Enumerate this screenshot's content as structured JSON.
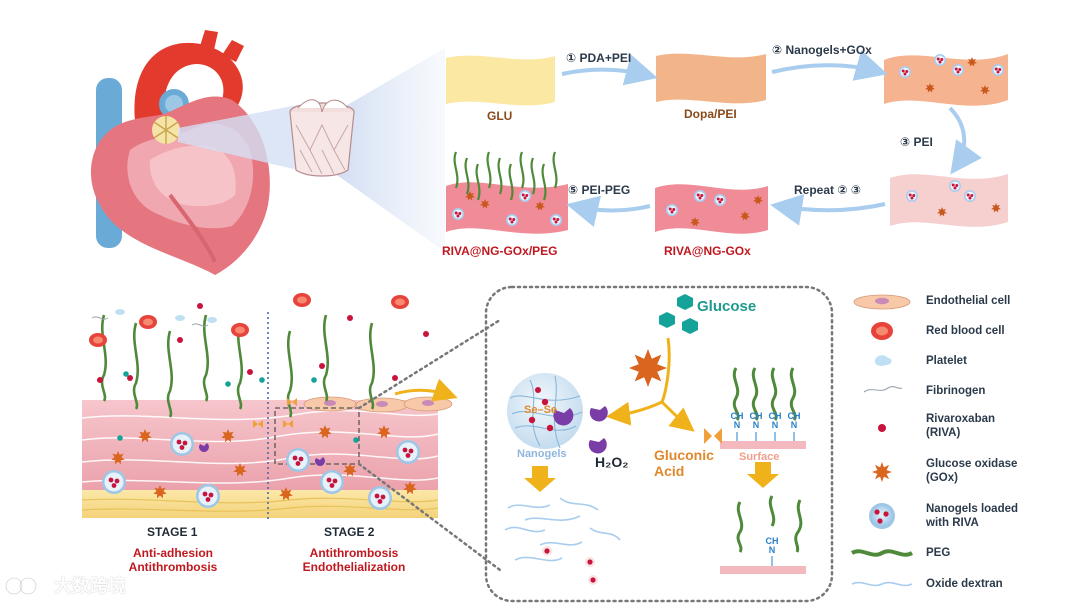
{
  "process": {
    "step1_label": "① PDA+PEI",
    "step2_label": "② Nanogels+GOx",
    "step3_label": "③ PEI",
    "repeat_label": "Repeat ② ③",
    "step5_label": "⑤ PEI-PEG",
    "stage_glu": "GLU",
    "stage_dopa": "Dopa/PEI",
    "stage_riva": "RIVA@NG-GOx",
    "stage_final": "RIVA@NG-GOx/PEG"
  },
  "stages": {
    "stage1_title": "STAGE 1",
    "stage1_desc_line1": "Anti-adhesion",
    "stage1_desc_line2": "Antithrombosis",
    "stage2_title": "STAGE 2",
    "stage2_desc_line1": "Antithrombosis",
    "stage2_desc_line2": "Endothelialization"
  },
  "mechanism": {
    "glucose": "Glucose",
    "sese": "Se–Se",
    "nanogels": "Nanogels",
    "h2o2": "H₂O₂",
    "gluconic_line1": "Gluconic",
    "gluconic_line2": "Acid",
    "surface": "Surface",
    "ch": "CH",
    "n": "N"
  },
  "legend": [
    {
      "icon": "endothelial-cell",
      "lines": [
        "Endothelial cell"
      ]
    },
    {
      "icon": "red-blood-cell",
      "lines": [
        "Red blood cell"
      ]
    },
    {
      "icon": "platelet",
      "lines": [
        "Platelet"
      ]
    },
    {
      "icon": "fibrinogen",
      "lines": [
        "Fibrinogen"
      ]
    },
    {
      "icon": "rivaroxaban",
      "lines": [
        "Rivaroxaban",
        "(RIVA)"
      ]
    },
    {
      "icon": "glucose-oxidase",
      "lines": [
        "Glucose oxidase",
        "(GOx)"
      ]
    },
    {
      "icon": "nanogel",
      "lines": [
        "Nanogels loaded",
        "with RIVA"
      ]
    },
    {
      "icon": "peg",
      "lines": [
        "PEG"
      ]
    },
    {
      "icon": "oxide-dextran",
      "lines": [
        "Oxide dextran"
      ]
    }
  ],
  "watermark": "大数跨境",
  "colors": {
    "label_red": "#c0181f",
    "arrow_blue": "#a9cdee",
    "peg_green": "#4f8a3a",
    "gox_orange": "#d9651f",
    "rbc_red": "#e8433a",
    "riva_crimson": "#c8143c",
    "glucose_teal": "#15a399",
    "yellow_arrow": "#f0b21a"
  }
}
